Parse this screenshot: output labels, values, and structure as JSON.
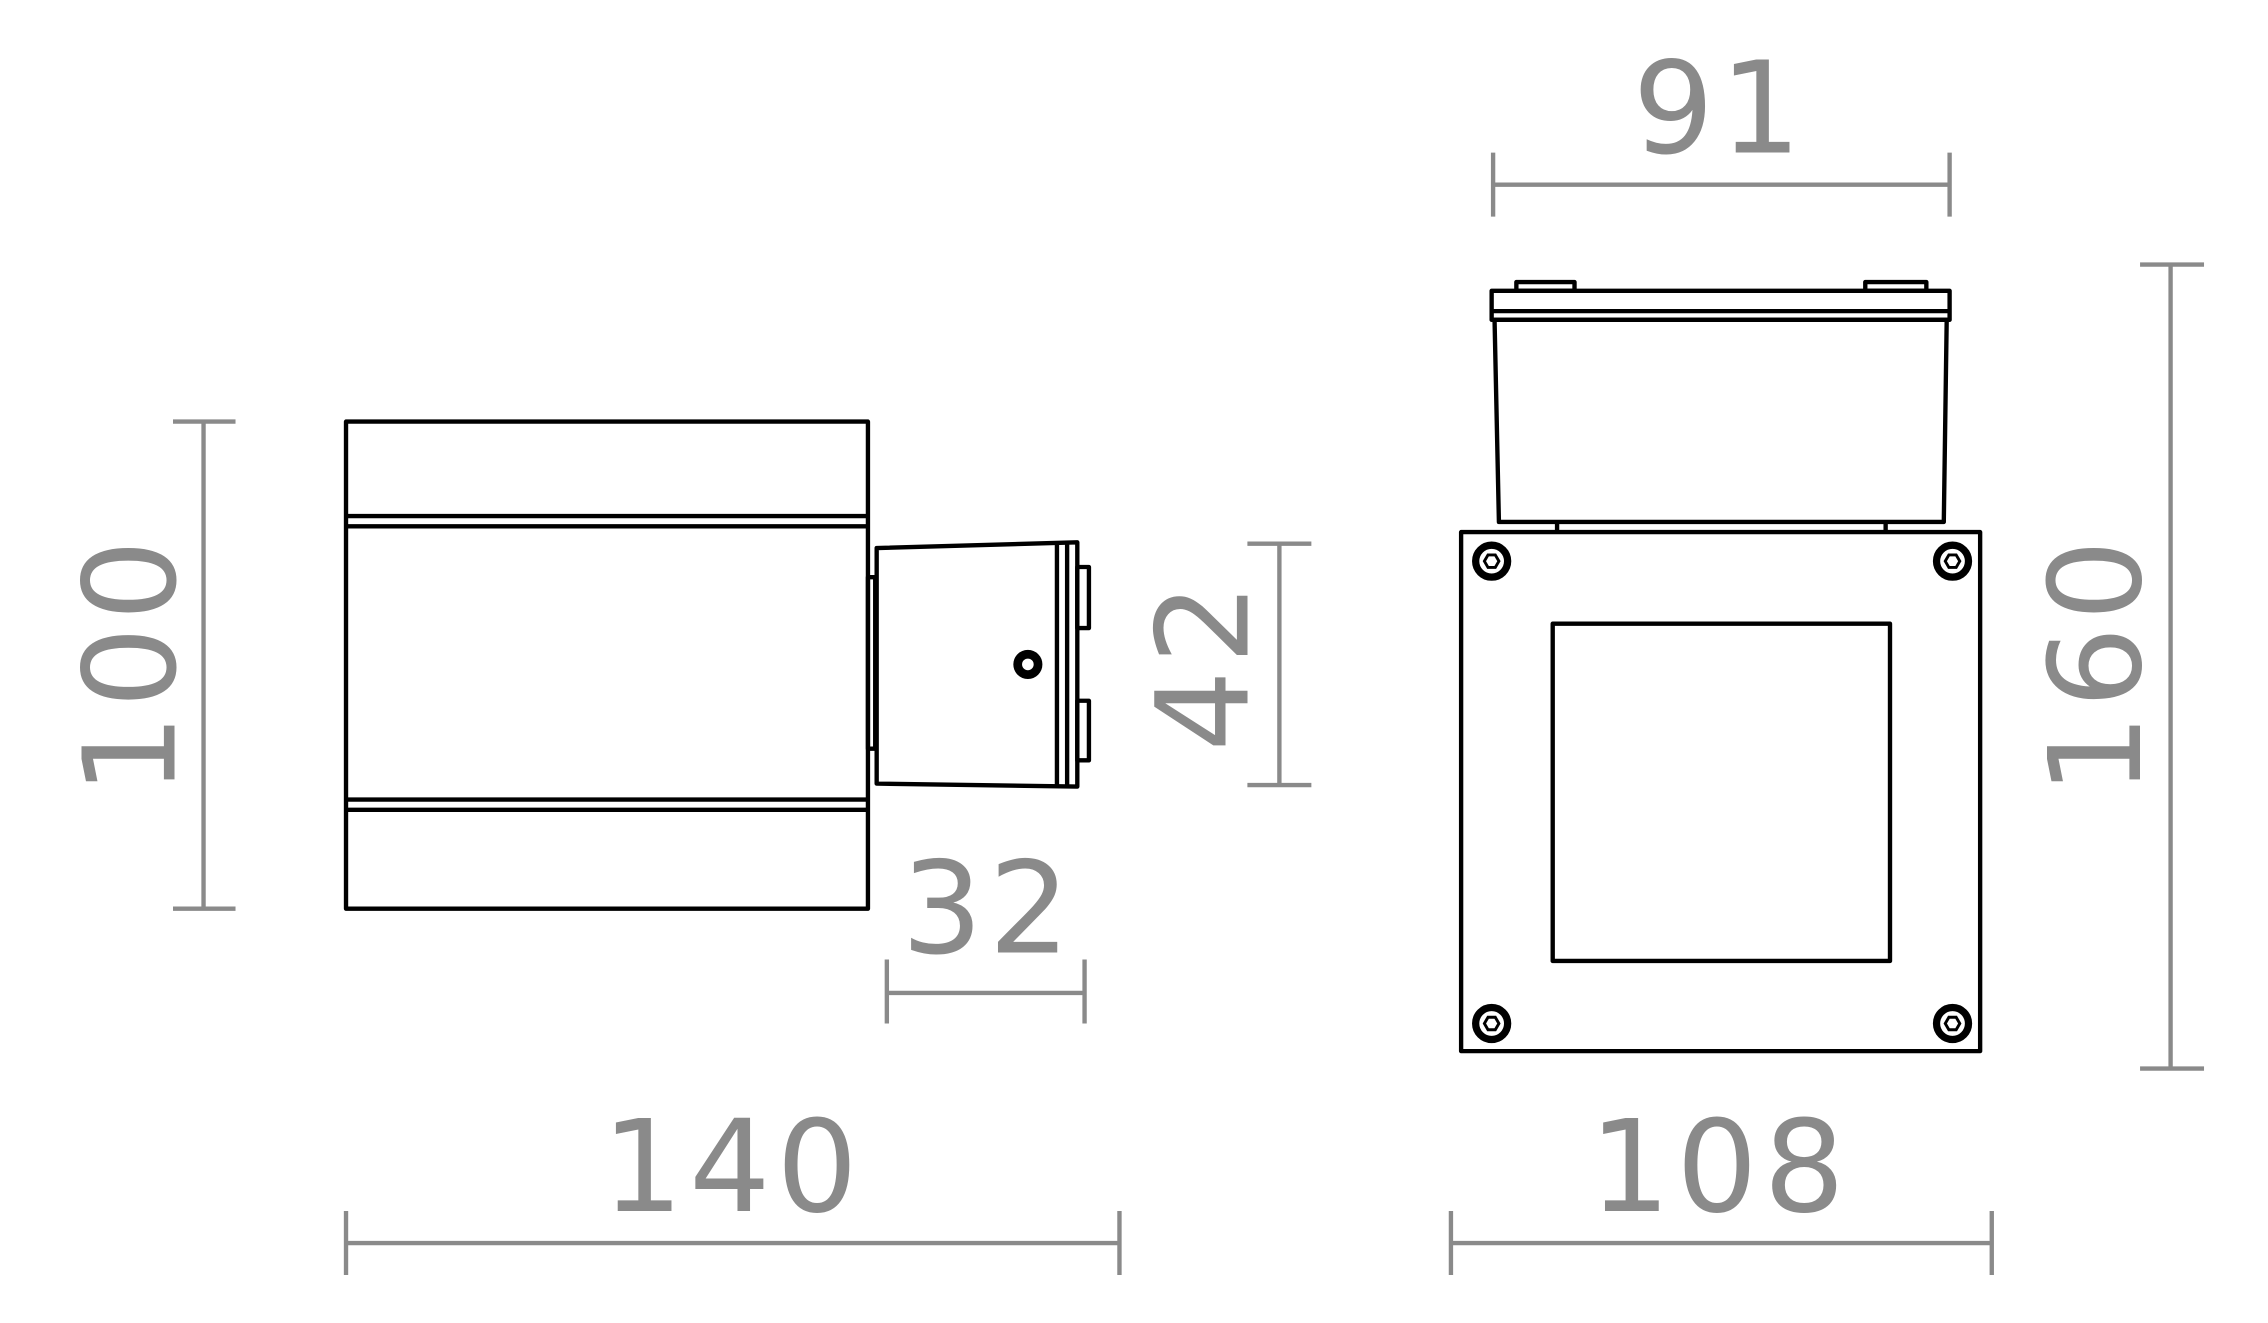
{
  "dimensions": {
    "side_height": "100",
    "side_width": "140",
    "mount_height": "42",
    "mount_depth": "32",
    "front_top_width": "91",
    "front_width": "108",
    "front_height": "160"
  },
  "colors": {
    "outline": "#000000",
    "dimension": "#8a8a8a",
    "background": "#ffffff"
  }
}
